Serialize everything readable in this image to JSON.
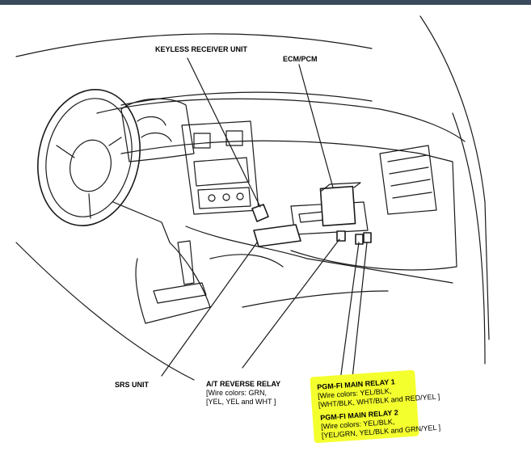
{
  "colors": {
    "highlight": "#f4ff2e",
    "line": "#1a1a1a",
    "top_bar": "#3b4a5c"
  },
  "labels": {
    "keyless": "KEYLESS RECEIVER UNIT",
    "ecm": "ECM/PCM",
    "srs": "SRS UNIT",
    "at_title": "A/T REVERSE RELAY",
    "at_w1": "[Wire colors: GRN,",
    "at_w2": "[YEL, YEL and WHT ]",
    "pgm1_title": "PGM-FI MAIN RELAY 1",
    "pgm1_w1": "[Wire colors: YEL/BLK,",
    "pgm1_w2": "[WHT/BLK, WHT/BLK and RED/YEL ]",
    "pgm2_title": "PGM-FI MAIN RELAY 2",
    "pgm2_w1": "[Wire colors: YEL/BLK,",
    "pgm2_w2": "[YEL/GRN, YEL/BLK and GRN/YEL ]"
  }
}
